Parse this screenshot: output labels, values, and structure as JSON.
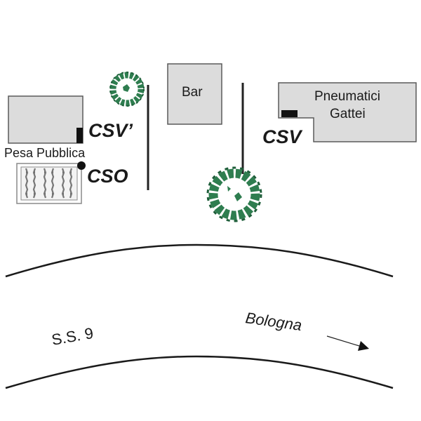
{
  "labels": {
    "weigh_station": "Pesa Pubblica",
    "bar": "Bar",
    "tire_shop_line1": "Pneumatici",
    "tire_shop_line2": "Gattei",
    "csv_prime": "CSV’",
    "cso": "CSO",
    "csv": "CSV",
    "road": "S.S. 9",
    "direction": "Bologna"
  },
  "colors": {
    "building_fill": "#dcdcdc",
    "building_stroke": "#5a5a5a",
    "tree": "#2e7d4f",
    "tree_dark": "#1f5e3a",
    "line": "#222222"
  }
}
